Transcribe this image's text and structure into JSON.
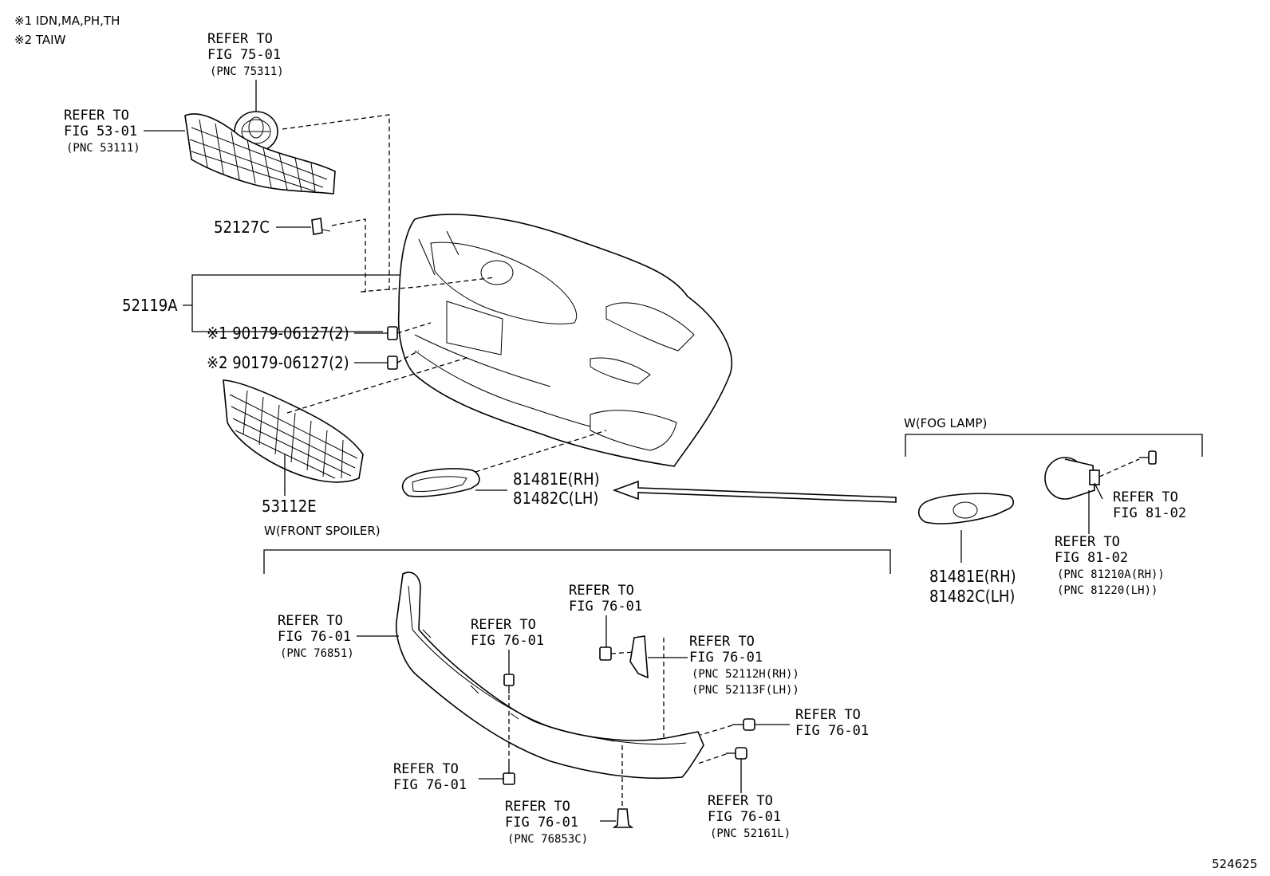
{
  "notes": [
    "※1 IDN,MA,PH,TH",
    "※2 TAIW"
  ],
  "groups": {
    "fog_lamp": "W(FOG LAMP)",
    "front_spoiler": "W(FRONT SPOILER)"
  },
  "refs": {
    "emblem": [
      "REFER TO",
      "FIG 75-01",
      "(PNC 75311)"
    ],
    "upper_grille": [
      "REFER TO",
      "FIG 53-01",
      "(PNC 53111)"
    ],
    "fog_bolt": [
      "REFER TO",
      "FIG 81-02"
    ],
    "fog_lamp": [
      "REFER TO",
      "FIG 81-02",
      "(PNC 81210A(RH))",
      "(PNC 81220(LH))"
    ],
    "spoiler": [
      "REFER TO",
      "FIG 76-01",
      "(PNC 76851)"
    ],
    "spoiler_clip_top": [
      "REFER TO",
      "FIG 76-01"
    ],
    "spoiler_nut": [
      "REFER TO",
      "FIG 76-01"
    ],
    "spoiler_bracket": [
      "REFER TO",
      "FIG 76-01",
      "(PNC 52112H(RH))",
      "(PNC 52113F(LH))"
    ],
    "spoiler_screw_right": [
      "REFER TO",
      "FIG 76-01"
    ],
    "spoiler_bolt_bottom": [
      "REFER TO",
      "FIG 76-01"
    ],
    "spoiler_clip_bottom": [
      "REFER TO",
      "FIG 76-01",
      "(PNC 76853C)"
    ],
    "spoiler_screw_bottom": [
      "REFER TO",
      "FIG 76-01",
      "(PNC 52161L)"
    ]
  },
  "parts": {
    "p52127C": "52127C",
    "p52119A": "52119A",
    "clip1": "※1 90179-06127(2)",
    "clip2": "※2 90179-06127(2)",
    "p53112E": "53112E",
    "bezel_rh": "81481E(RH)",
    "bezel_lh": "81482C(LH)",
    "fog_bezel_rh": "81481E(RH)",
    "fog_bezel_lh": "81482C(LH)"
  },
  "diagram_id": "524625"
}
